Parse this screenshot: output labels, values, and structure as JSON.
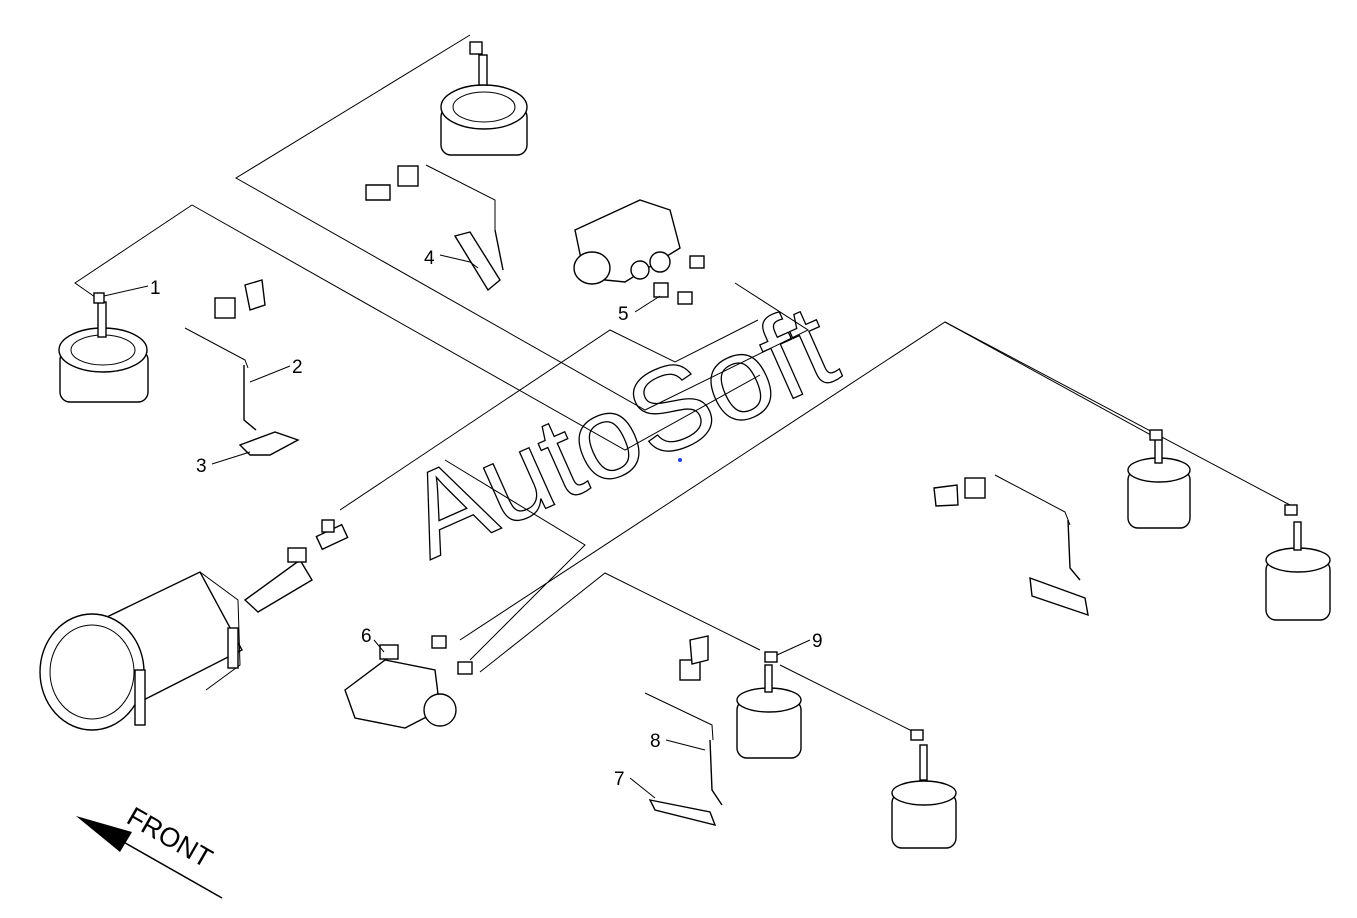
{
  "watermark": "AutoSoft",
  "front_label": "FRONT",
  "callouts": [
    "1",
    "2",
    "3",
    "4",
    "5",
    "6",
    "7",
    "8",
    "9"
  ],
  "colors": {
    "line": "#000000",
    "background": "#ffffff",
    "dot": "#1a3cff"
  }
}
